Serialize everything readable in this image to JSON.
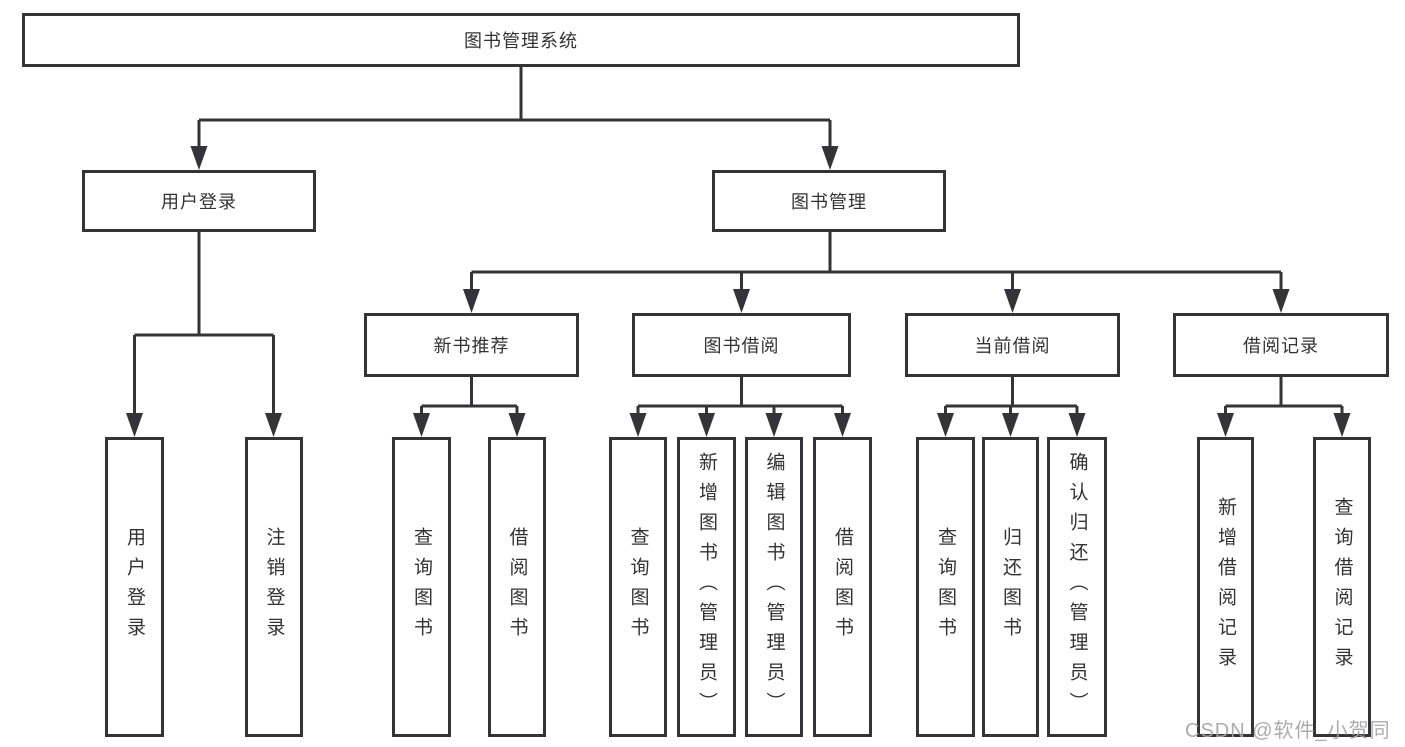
{
  "colors": {
    "line": "#333338",
    "box_border": "#333338",
    "text": "#333333",
    "watermark": "#a5a5a5",
    "background": "#ffffff"
  },
  "nodes": {
    "root": "图书管理系统",
    "user_login": "用户登录",
    "book_mgmt": "图书管理",
    "new_book_rec": "新书推荐",
    "book_borrow": "图书借阅",
    "current_borrow": "当前借阅",
    "borrow_record": "借阅记录",
    "leaf_user_login": "用户登录",
    "leaf_logout": "注销登录",
    "leaf_rec_query": "查询图书",
    "leaf_rec_borrow": "借阅图书",
    "leaf_bb_query": "查询图书",
    "leaf_bb_add": "新增图书（管理员）",
    "leaf_bb_edit": "编辑图书（管理员）",
    "leaf_bb_borrow": "借阅图书",
    "leaf_cb_query": "查询图书",
    "leaf_cb_return": "归还图书",
    "leaf_cb_confirm": "确认归还（管理员）",
    "leaf_br_add": "新增借阅记录",
    "leaf_br_query": "查询借阅记录"
  },
  "watermark": "CSDN @软件_小贺同学"
}
